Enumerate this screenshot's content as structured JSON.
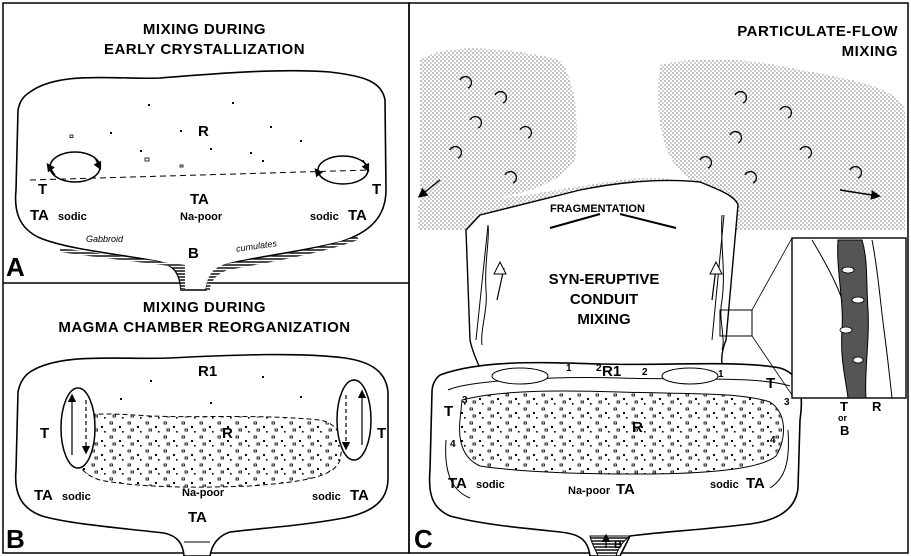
{
  "panel_a": {
    "letter": "A",
    "title_line1": "MIXING DURING",
    "title_line2": "EARLY CRYSTALLIZATION",
    "label_r": "R",
    "label_t_left": "T",
    "label_t_right": "T",
    "label_ta_left": "TA",
    "label_sodic_left": "sodic",
    "label_ta_center": "TA",
    "label_napoor": "Na-poor",
    "label_sodic_right": "sodic",
    "label_ta_right": "TA",
    "label_gabbroid": "Gabbroid",
    "label_cumulates": "cumulates",
    "label_b": "B"
  },
  "panel_b": {
    "letter": "B",
    "title_line1": "MIXING DURING",
    "title_line2": "MAGMA CHAMBER REORGANIZATION",
    "label_r1": "R1",
    "label_r": "R",
    "label_t_left": "T",
    "label_t_right": "T",
    "label_ta_left": "TA",
    "label_sodic_left": "sodic",
    "label_napoor": "Na-poor",
    "label_sodic_right": "sodic",
    "label_ta_right": "TA",
    "label_ta_bottom": "TA"
  },
  "panel_c": {
    "letter": "C",
    "title_line1": "PARTICULATE-FLOW",
    "title_line2": "MIXING",
    "label_fragmentation": "FRAGMENTATION",
    "label_syn1": "SYN-ERUPTIVE",
    "label_syn2": "CONDUIT",
    "label_syn3": "MIXING",
    "label_r1": "R1",
    "label_r": "R",
    "label_t_left": "T",
    "label_t_right": "T",
    "label_ta_left": "TA",
    "label_sodic_left": "sodic",
    "label_napoor": "Na-poor",
    "label_ta_center": "TA",
    "label_sodic_right": "sodic",
    "label_ta_right": "TA",
    "label_b": "B",
    "inset_t": "T",
    "inset_or": "or",
    "inset_b": "B",
    "inset_r": "R",
    "num_1a": "1",
    "num_2a": "2",
    "num_2b": "2",
    "num_1b": "1",
    "num_3a": "3",
    "num_3b": "3",
    "num_4a": "4",
    "num_4b": "4"
  }
}
